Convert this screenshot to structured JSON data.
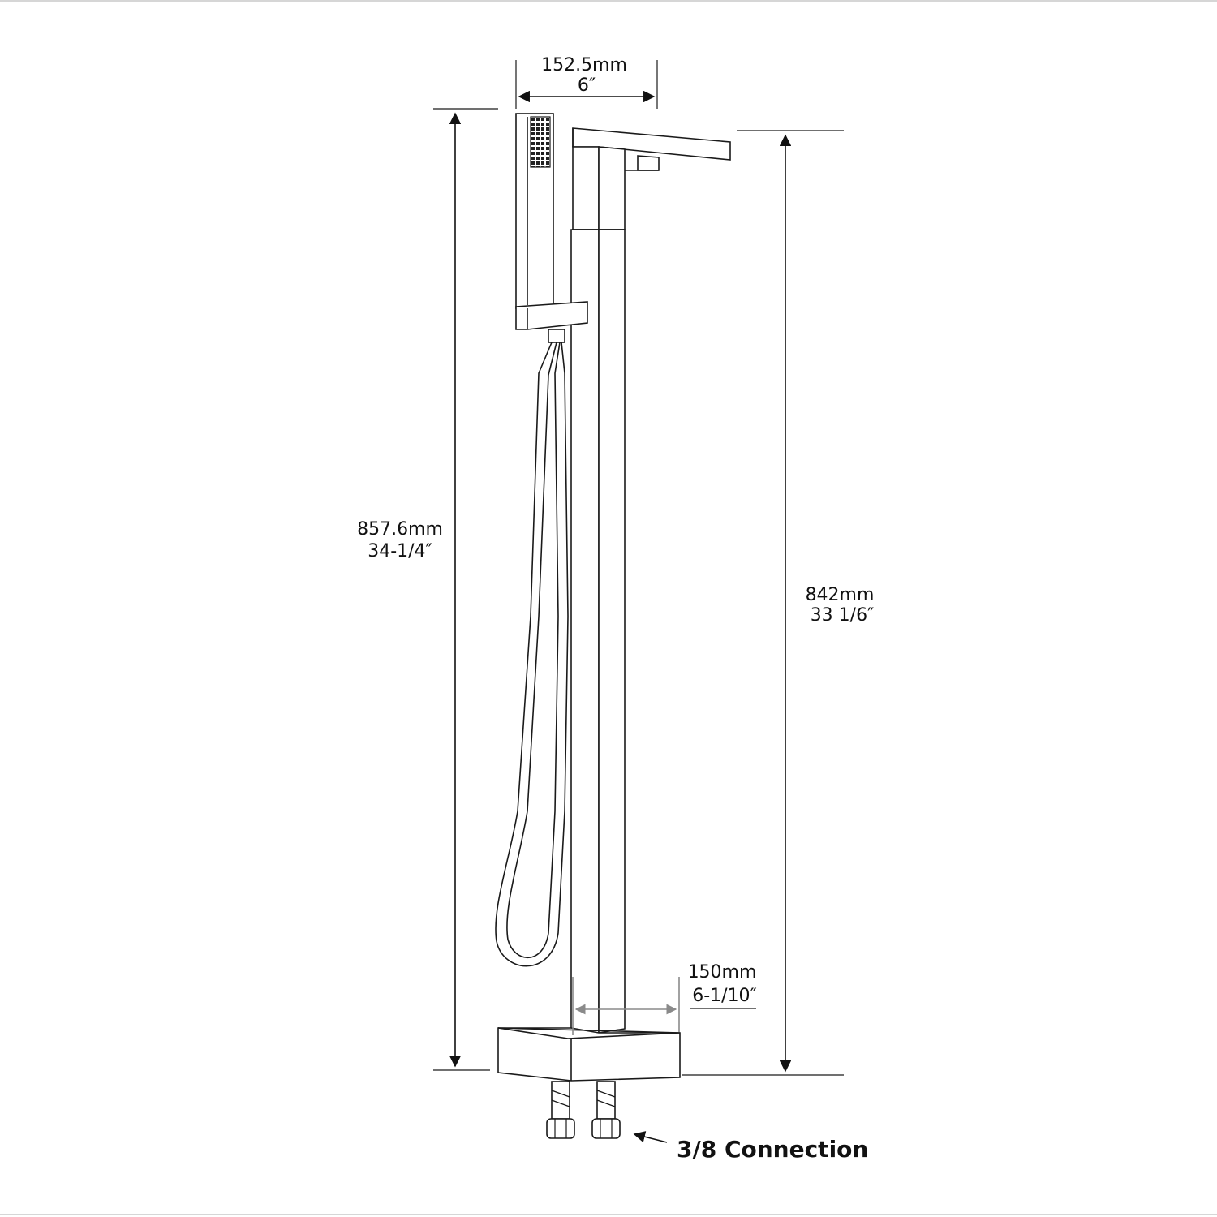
{
  "dimensions": {
    "top_width": {
      "mm": "152.5mm",
      "inch": "6″"
    },
    "left_height": {
      "mm": "857.6mm",
      "inch": "34-1/4″"
    },
    "right_height": {
      "mm": "842mm",
      "inch": "33 1/6″"
    },
    "base_offset": {
      "mm": "150mm",
      "inch": "6-1/10″"
    }
  },
  "callout": {
    "label": "3/8 Connection"
  },
  "colors": {
    "line": "#1a1a1a",
    "background": "#ffffff",
    "secondary_dim": "#8a8a8a"
  }
}
